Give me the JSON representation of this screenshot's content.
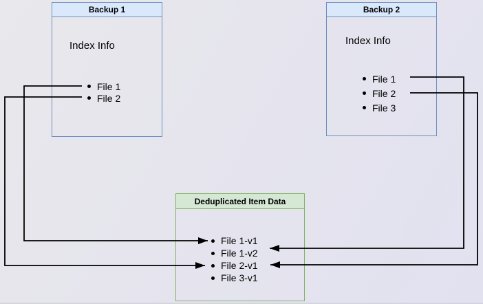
{
  "canvas": {
    "background_color": "#e6e5ee",
    "connector_color": "#000000"
  },
  "boxes": {
    "backup1": {
      "title": "Backup 1",
      "subtitle": "Index Info",
      "items": [
        "File 1",
        "File 2"
      ],
      "header_fill": "#dae8fc",
      "border_color": "#6c8ebf"
    },
    "backup2": {
      "title": "Backup 2",
      "subtitle": "Index Info",
      "items": [
        "File 1",
        "File 2",
        "File 3"
      ],
      "header_fill": "#dae8fc",
      "border_color": "#6c8ebf"
    },
    "dedup": {
      "title": "Deduplicated Item Data",
      "items": [
        "File 1-v1",
        "File 1-v2",
        "File 2-v1",
        "File 3-v1"
      ],
      "header_fill": "#d5e8d4",
      "border_color": "#82b366"
    }
  },
  "connections": [
    {
      "from": "Backup 1 / File 1",
      "to": "File 1-v1"
    },
    {
      "from": "Backup 1 / File 2",
      "to": "File 2-v1"
    },
    {
      "from": "Backup 2 / File 1",
      "to": "File 1-v2"
    },
    {
      "from": "Backup 2 / File 2",
      "to": "File 2-v1"
    }
  ]
}
